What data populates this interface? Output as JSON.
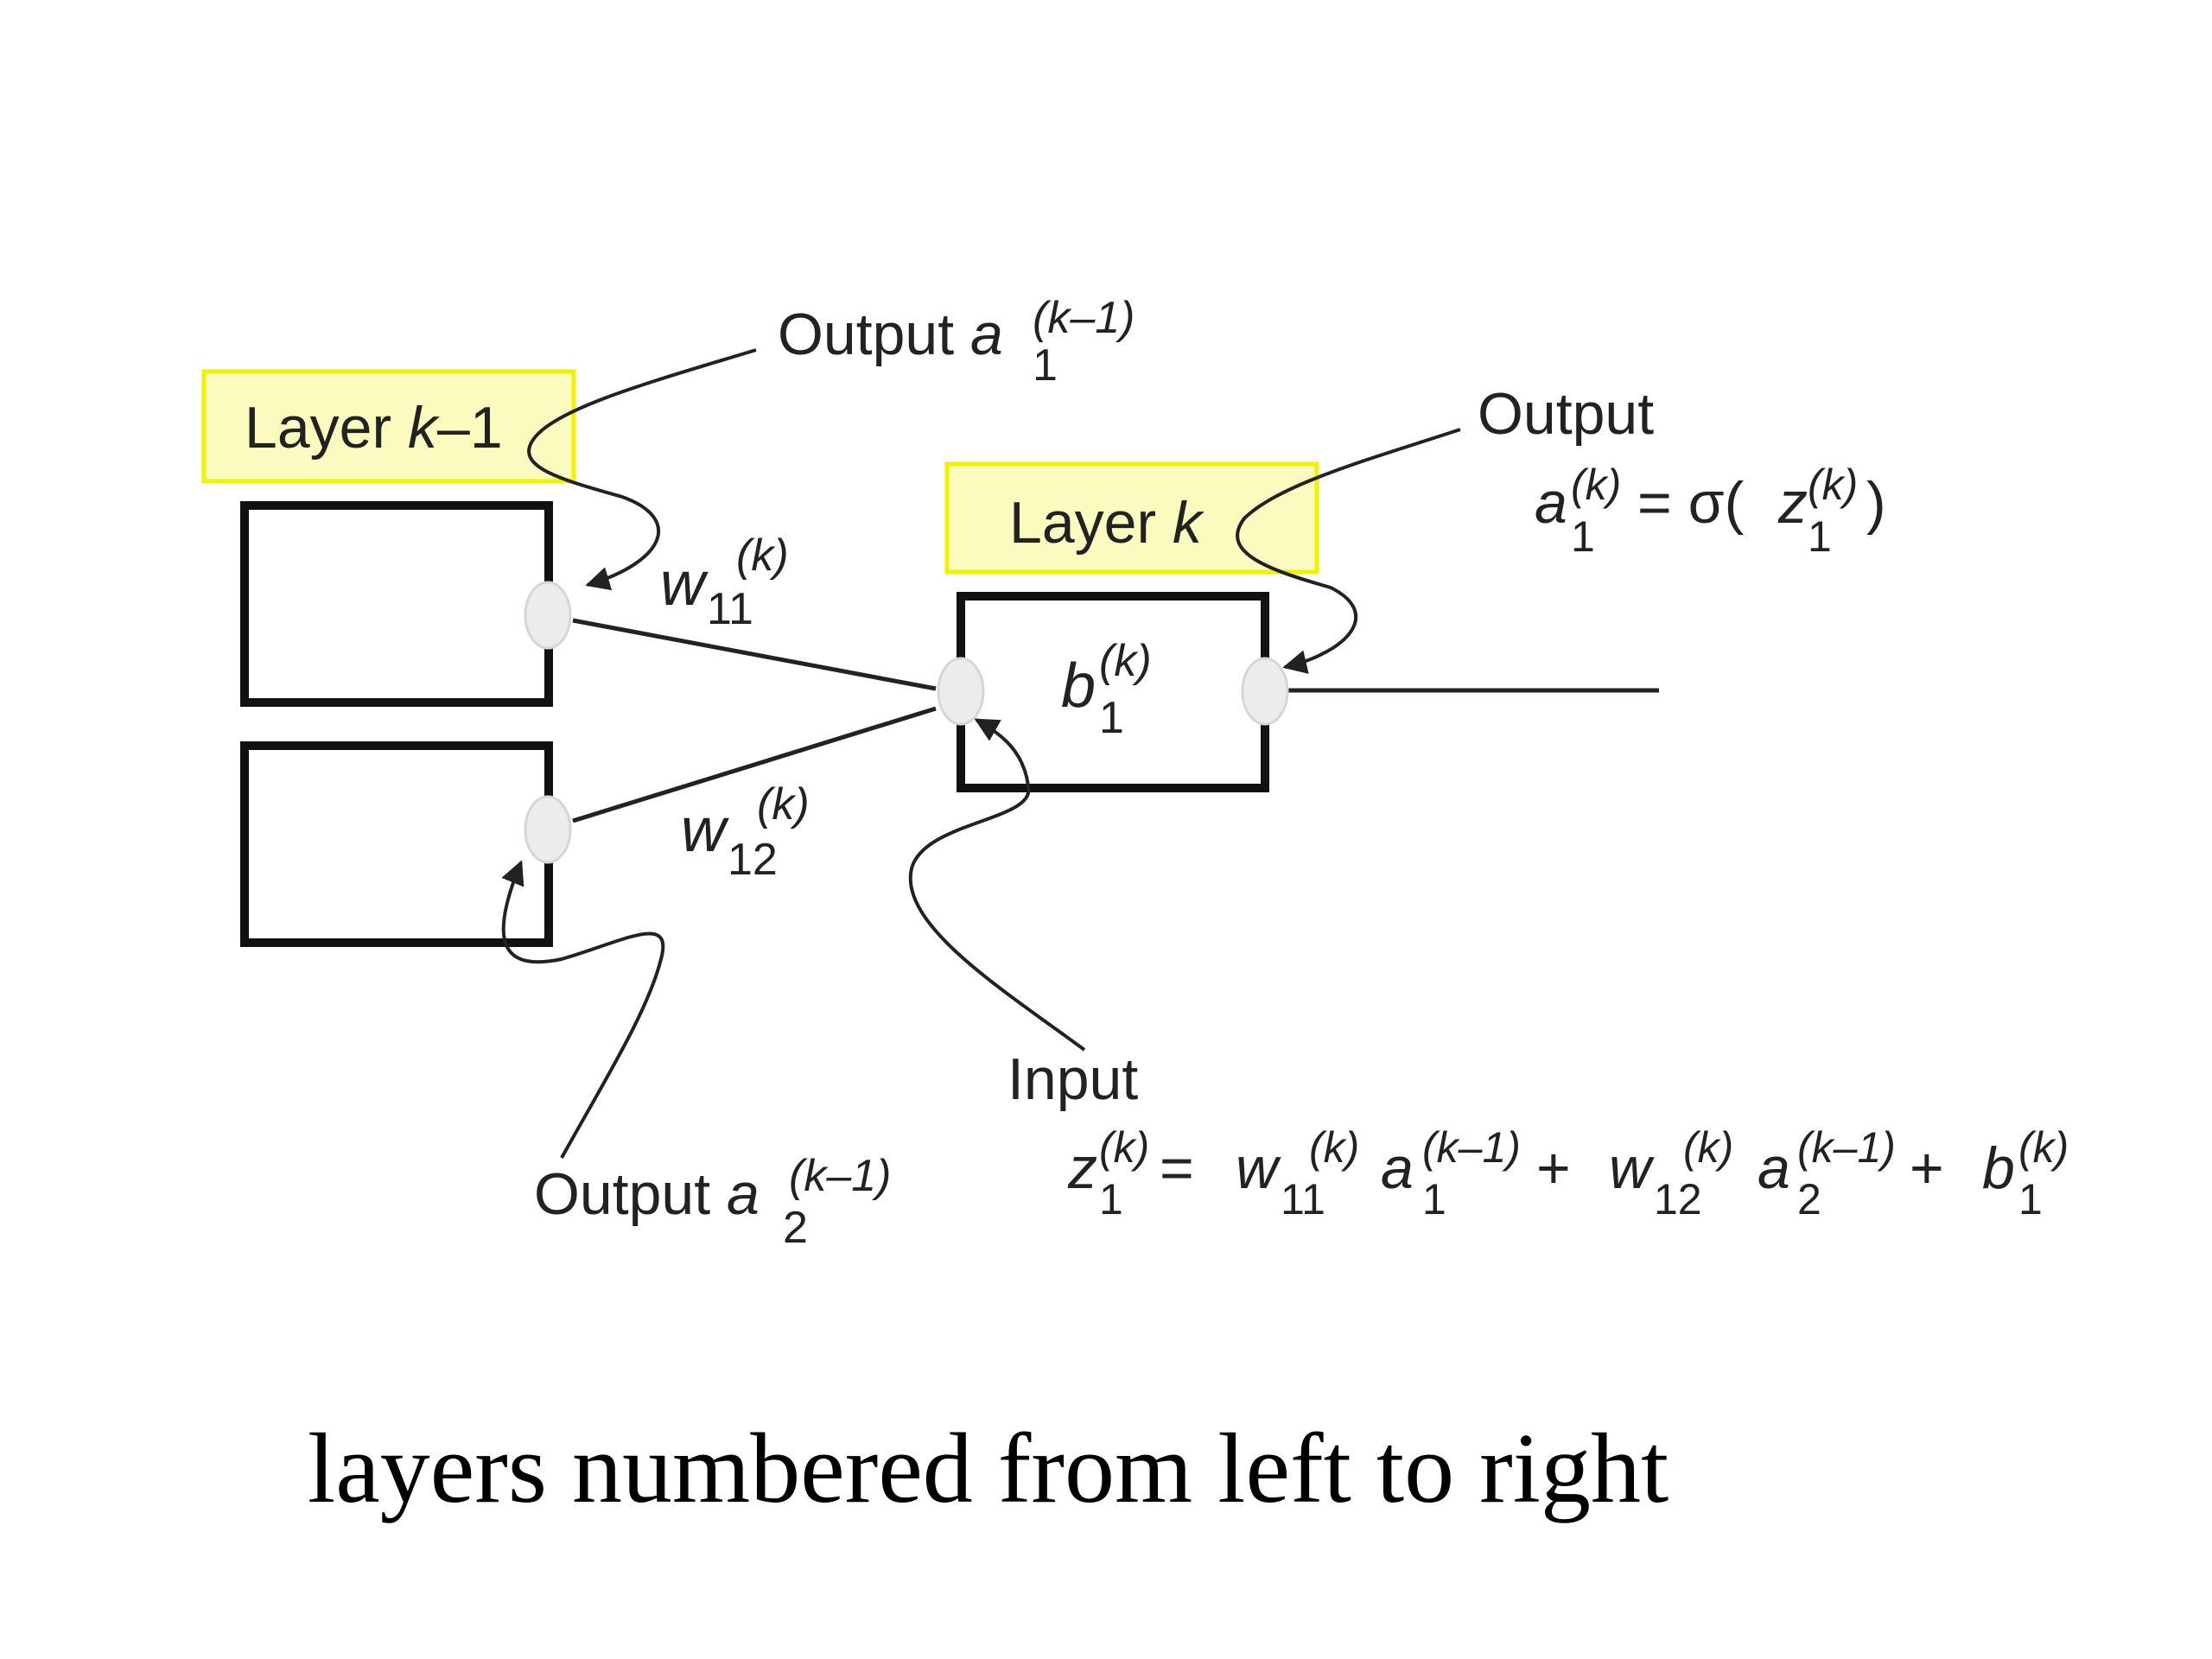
{
  "diagram": {
    "labels": {
      "layer_prev": "Layer k–1",
      "layer_prev_word": "Layer ",
      "layer_prev_k": "k",
      "layer_prev_rest": "–1",
      "layer_cur_word": "Layer ",
      "layer_cur_k": "k",
      "output_word": "Output ",
      "output_a_top": "a",
      "output_a_top_sub": "1",
      "output_a_top_sup": "(k–1)",
      "output_a_bot": "a",
      "output_a_bot_sub": "2",
      "output_a_bot_sup": "(k–1)",
      "output_right_title": "Output",
      "input_title": "Input",
      "w11_base": "w",
      "w11_sub": "11",
      "w11_sup": "(k)",
      "w12_base": "w",
      "w12_sub": "12",
      "w12_sup": "(k)",
      "bias_base": "b",
      "bias_sub": "1",
      "bias_sup": "(k)"
    },
    "equations": {
      "activation": {
        "a": "a",
        "a_sub": "1",
        "a_sup": "(k)",
        "eq": " = σ(",
        "z": "z",
        "z_sub": "1",
        "z_sup": "(k)",
        "close": ")"
      },
      "input": {
        "z": "z",
        "z_sub": "1",
        "z_sup": "(k)",
        "eq": " = ",
        "w1": "w",
        "w1_sub": "11",
        "w1_sup": "(k)",
        "a1": "a",
        "a1_sub": "1",
        "a1_sup": "(k–1)",
        "plus1": " + ",
        "w2": "w",
        "w2_sub": "12",
        "w2_sup": "(k)",
        "a2": "a",
        "a2_sub": "2",
        "a2_sup": "(k–1)",
        "plus2": " + ",
        "b": "b",
        "b_sub": "1",
        "b_sup": "(k)"
      }
    },
    "caption": "layers numbered from left to right",
    "colors": {
      "highlight_fill": "#fbfbc0",
      "highlight_border": "#f2f200",
      "node_fill": "#ececec",
      "line": "#222222"
    }
  }
}
